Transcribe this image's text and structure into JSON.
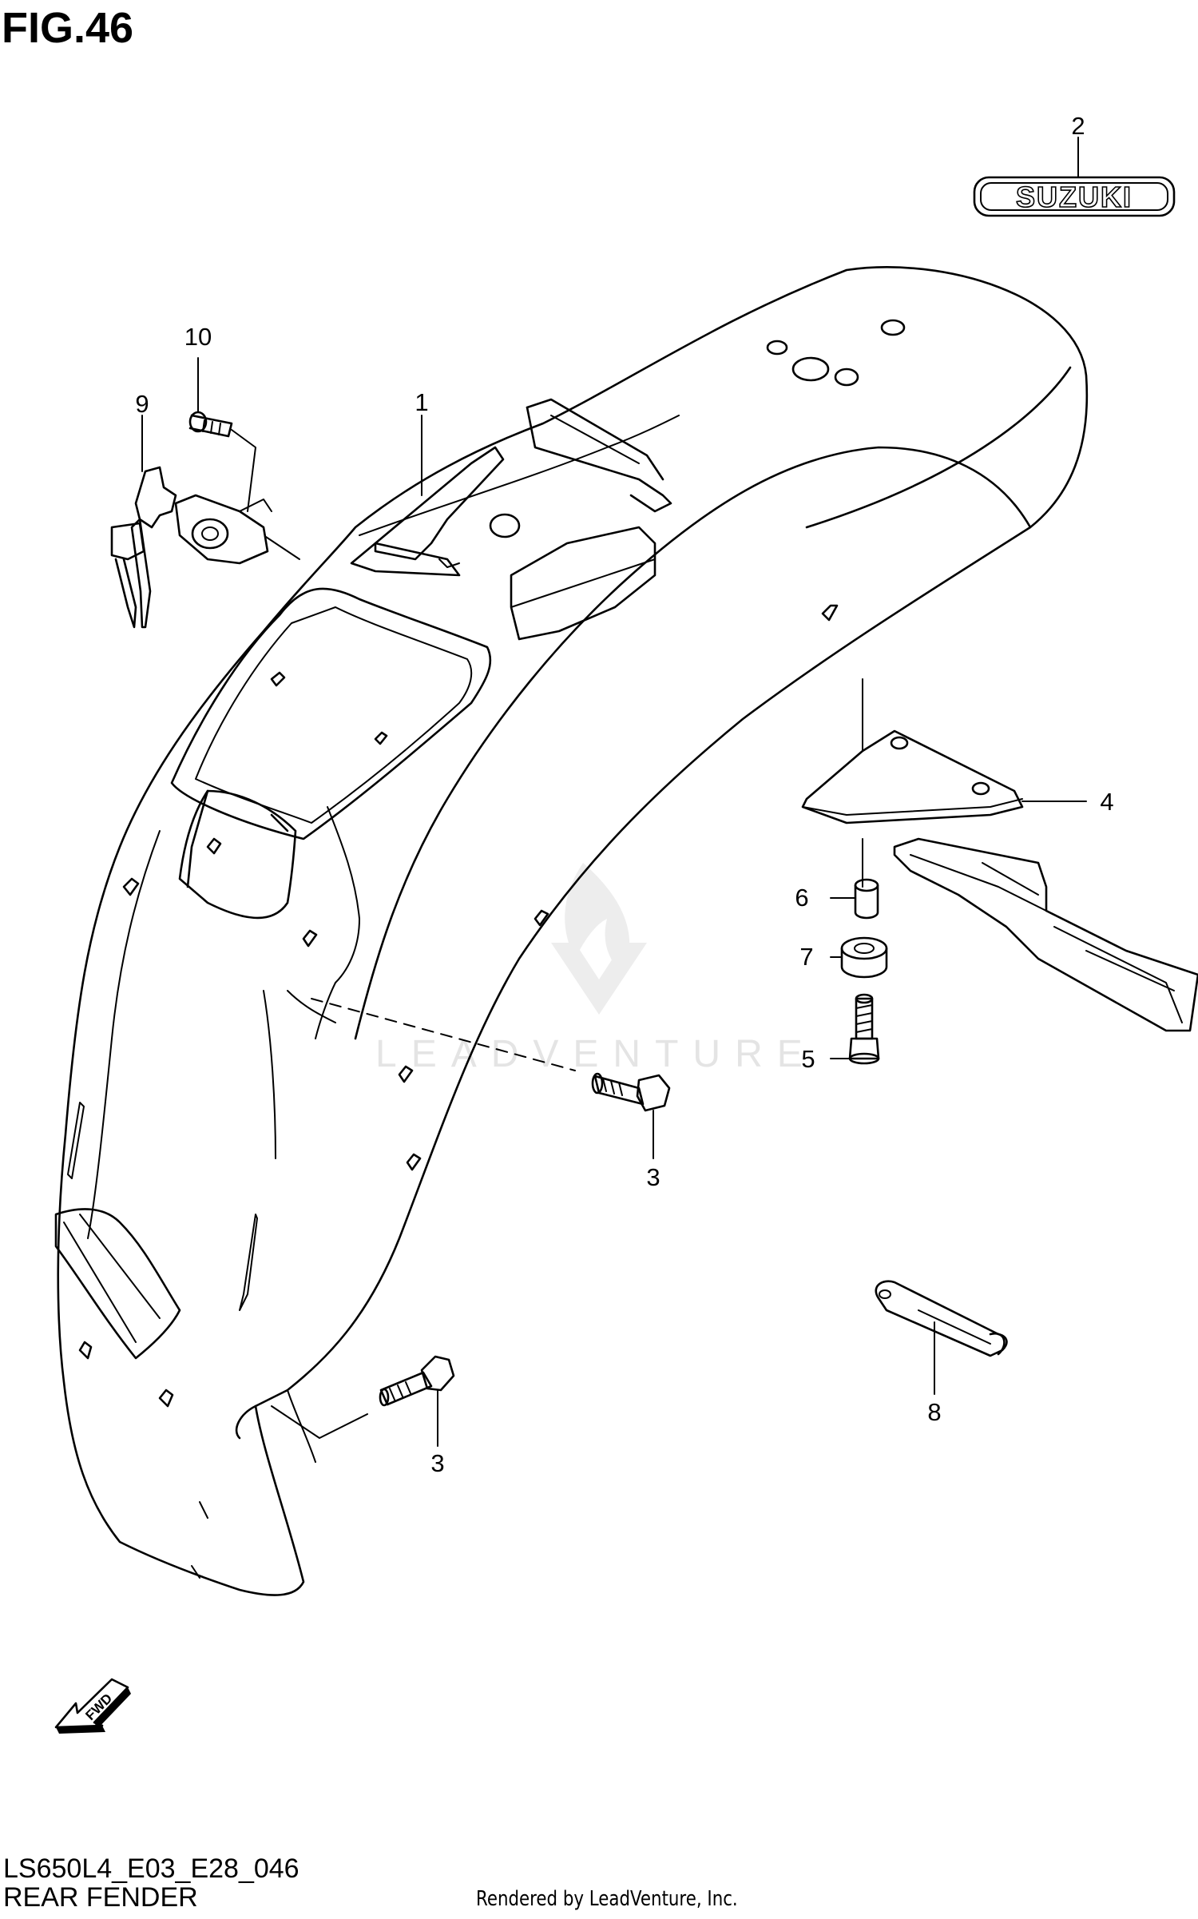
{
  "figure": {
    "title": "FIG.46",
    "code": "LS650L4_E03_E28_046",
    "name": "REAR FENDER",
    "credit": "Rendered by LeadVenture, Inc."
  },
  "callouts": {
    "c1": "1",
    "c2": "2",
    "c3a": "3",
    "c3b": "3",
    "c4": "4",
    "c5": "5",
    "c6": "6",
    "c7": "7",
    "c8": "8",
    "c9": "9",
    "c10": "10"
  },
  "labels": {
    "emblem_text": "SUZUKI",
    "fwd_arrow": "FWD",
    "watermark": "LEADVENTURE"
  }
}
